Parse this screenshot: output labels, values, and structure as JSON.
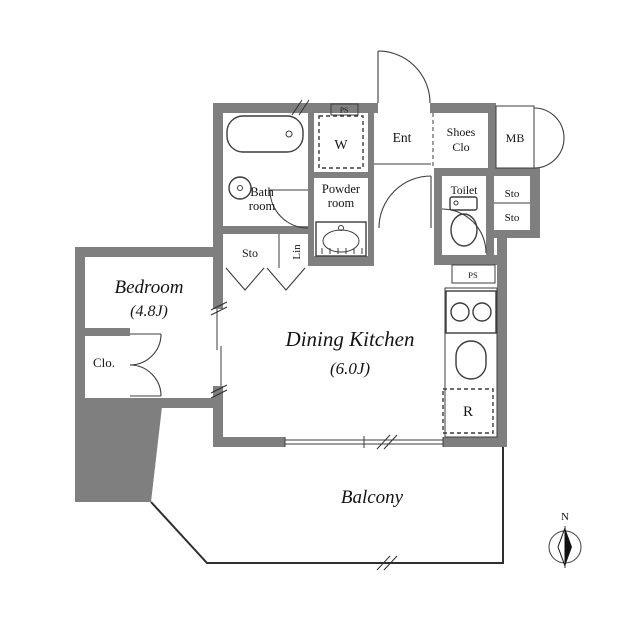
{
  "rooms": {
    "bedroom": {
      "name": "Bedroom",
      "size": "(4.8J)"
    },
    "dk": {
      "name": "Dining Kitchen",
      "size": "(6.0J)"
    },
    "balcony": {
      "name": "Balcony"
    },
    "bath": {
      "line1": "Bath",
      "line2": "room"
    },
    "powder": {
      "line1": "Powder",
      "line2": "room"
    },
    "ent": {
      "name": "Ent"
    },
    "shoes": {
      "line1": "Shoes",
      "line2": "Clo"
    },
    "mb": {
      "name": "MB"
    },
    "toilet": {
      "name": "Toilet"
    }
  },
  "storage": {
    "sto_hall": "Sto",
    "lin": "Lin",
    "sto_right_top": "Sto",
    "sto_right_bottom": "Sto",
    "closet": "Clo."
  },
  "fixtures": {
    "washer": "W",
    "refrigerator": "R"
  },
  "utilities": {
    "ps_top": "PS",
    "ps_mid": "PS"
  },
  "compass": {
    "north": "N"
  },
  "colors": {
    "wall": "#7f7f7f",
    "line": "#3c3c3c",
    "background": "#ffffff"
  }
}
